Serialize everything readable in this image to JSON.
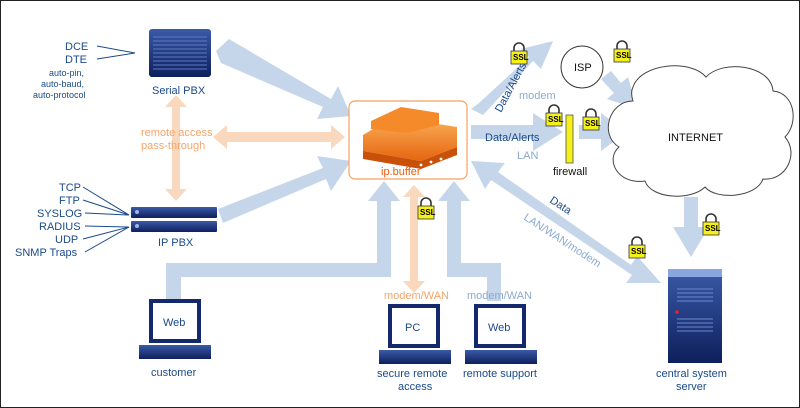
{
  "colors": {
    "blue_arrow": "#c5d6ea",
    "orange_arrow": "#f9d8bd",
    "text_blue": "#1a4a8a",
    "text_orange": "#f5a46a",
    "device_navy": "#14286e",
    "ip_buffer_orange": "#f07a1e",
    "ssl_yellow": "#f5ef1a",
    "firewall_yellow": "#f5ef1a"
  },
  "serial_pbx": {
    "label": "Serial PBX",
    "ports": [
      "DCE",
      "DTE",
      "auto-pin,",
      "auto-baud,",
      "auto-protocol"
    ]
  },
  "ip_pbx": {
    "label": "IP PBX",
    "protocols": [
      "TCP",
      "FTP",
      "SYSLOG",
      "RADIUS",
      "UDP",
      "SNMP Traps"
    ]
  },
  "remote_access": {
    "line1": "remote access",
    "line2": "pass-through"
  },
  "ip_buffer": {
    "label": "ip.buffer"
  },
  "isp": {
    "label": "ISP"
  },
  "internet": {
    "label": "INTERNET"
  },
  "firewall": {
    "label": "firewall"
  },
  "links": {
    "data_alerts_modem": "Data/Alerts",
    "modem": "modem",
    "data_alerts_lan": "Data/Alerts",
    "lan": "LAN",
    "data": "Data",
    "lan_wan_modem": "LAN/WAN/modem",
    "modem_wan_1": "modem/WAN",
    "modem_wan_2": "modem/WAN"
  },
  "ssl_label": "SSL",
  "terminals": {
    "customer": {
      "screen": "Web",
      "caption": "customer"
    },
    "secure": {
      "screen": "PC",
      "caption1": "secure remote",
      "caption2": "access"
    },
    "support": {
      "screen": "Web",
      "caption": "remote support"
    }
  },
  "server": {
    "caption1": "central system",
    "caption2": "server"
  }
}
